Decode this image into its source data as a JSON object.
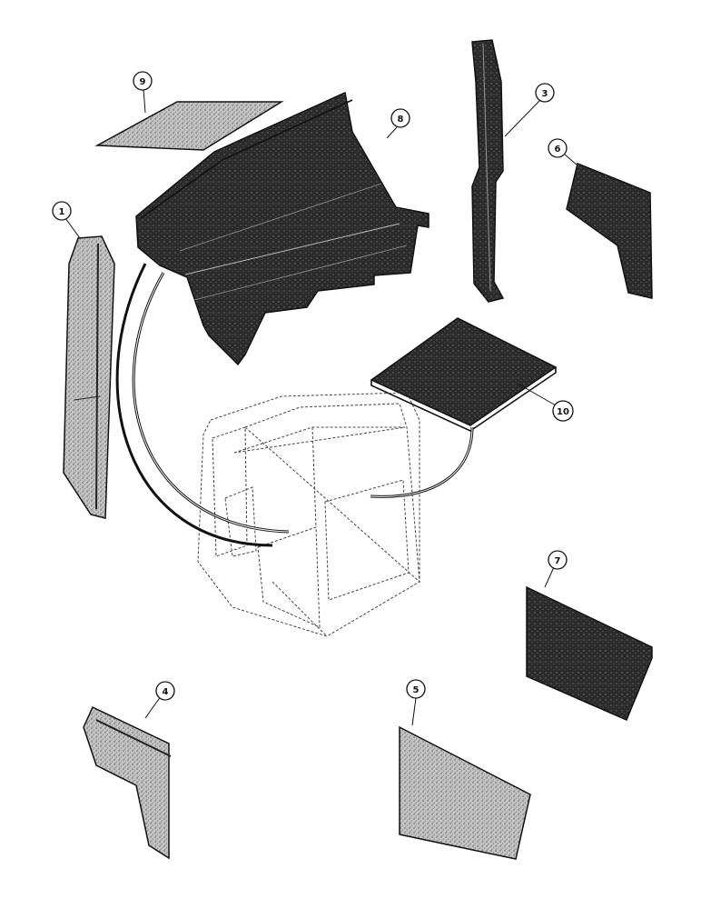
{
  "diagram": {
    "colors": {
      "dark_panel": "#2e2e2e",
      "light_panel": "#b9b9b9",
      "outline": "#111111",
      "background": "#ffffff"
    },
    "callouts": [
      {
        "id": "callout-1",
        "label": "1"
      },
      {
        "id": "callout-3",
        "label": "3"
      },
      {
        "id": "callout-4",
        "label": "4"
      },
      {
        "id": "callout-5",
        "label": "5"
      },
      {
        "id": "callout-6",
        "label": "6"
      },
      {
        "id": "callout-7",
        "label": "7"
      },
      {
        "id": "callout-8",
        "label": "8"
      },
      {
        "id": "callout-9",
        "label": "9"
      },
      {
        "id": "callout-10",
        "label": "10"
      }
    ]
  }
}
